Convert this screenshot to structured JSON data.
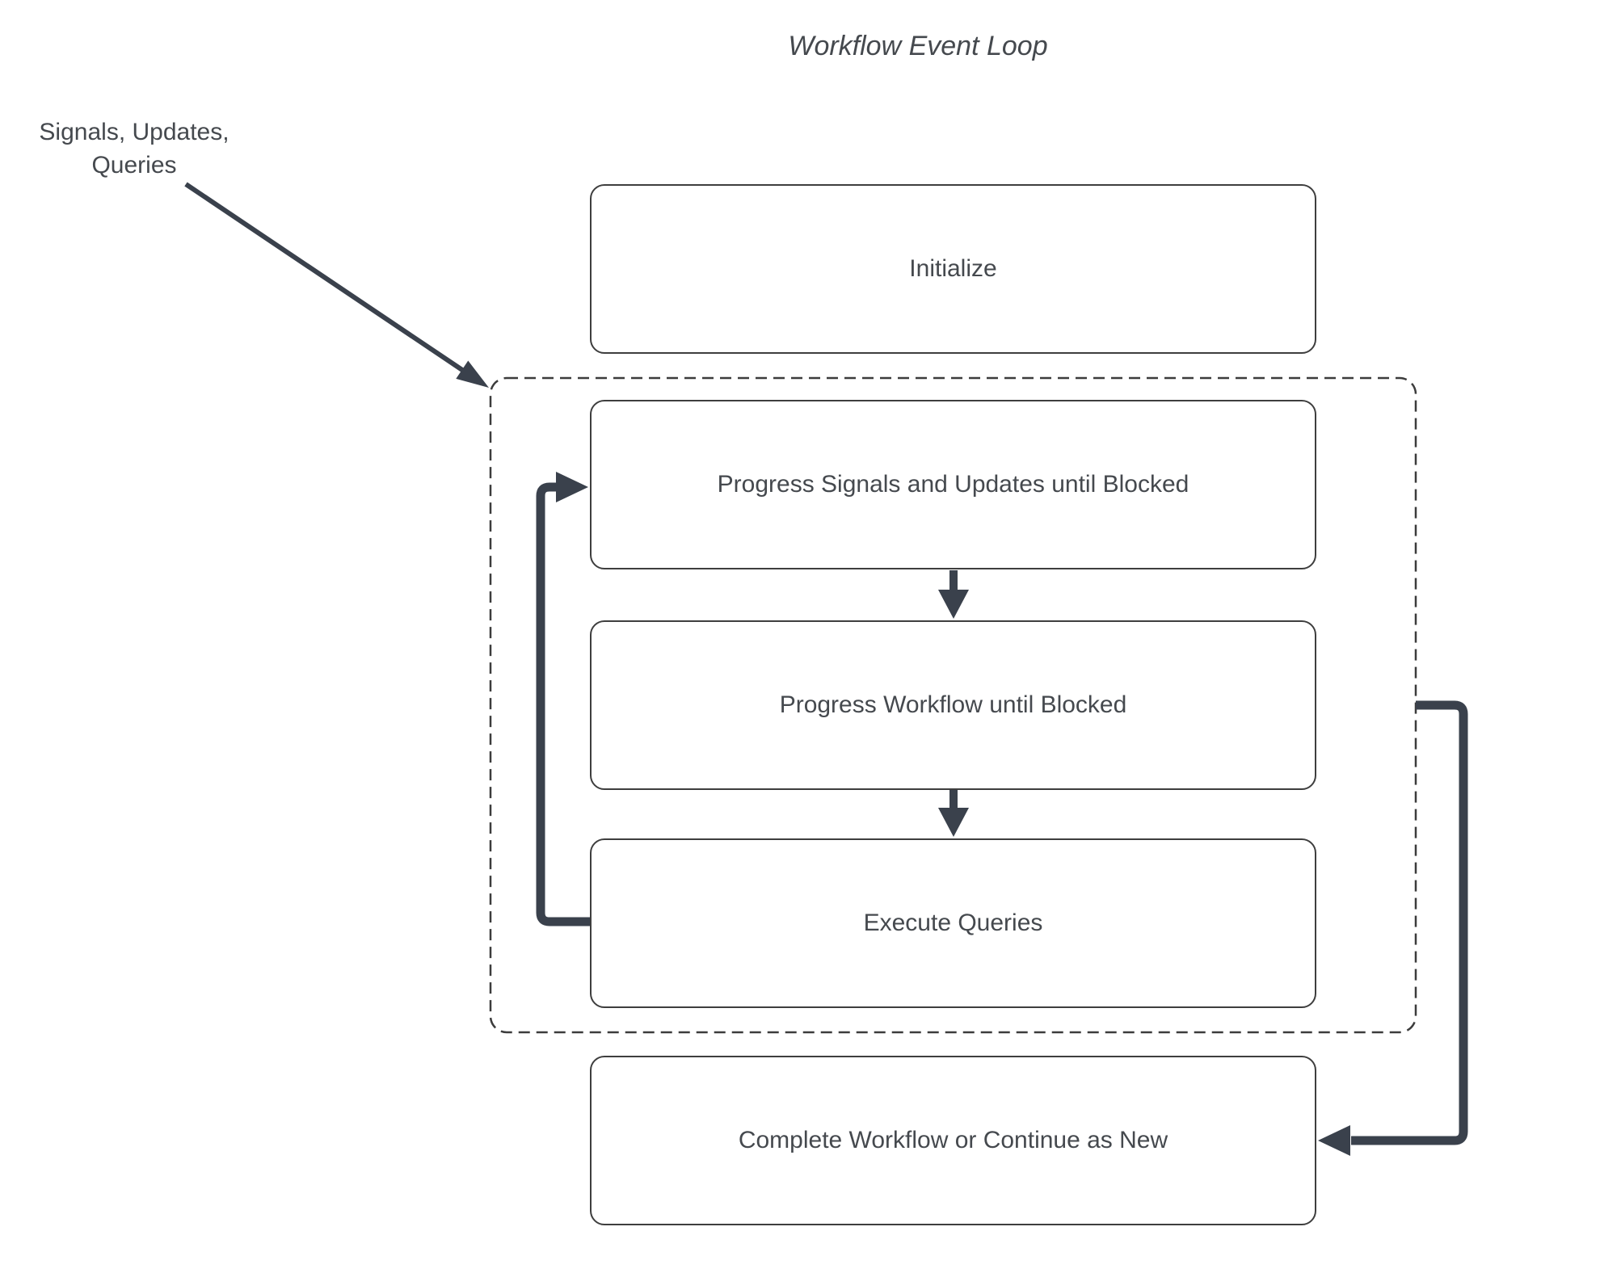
{
  "header": {
    "title": "Workflow Event Loop"
  },
  "annotation": {
    "text": "Signals, Updates,\nQueries"
  },
  "nodes": {
    "initialize": {
      "label": "Initialize"
    },
    "progress_signals": {
      "label": "Progress Signals and Updates until Blocked"
    },
    "progress_workflow": {
      "label": "Progress Workflow until Blocked"
    },
    "execute_queries": {
      "label": "Execute Queries"
    },
    "complete_workflow": {
      "label": "Complete Workflow or Continue as New"
    }
  },
  "colors": {
    "connector": "#3a414c",
    "box_border": "#3e3e3e",
    "dashed_border": "#3c3c3c",
    "text": "#45494e",
    "background": "#ffffff"
  }
}
